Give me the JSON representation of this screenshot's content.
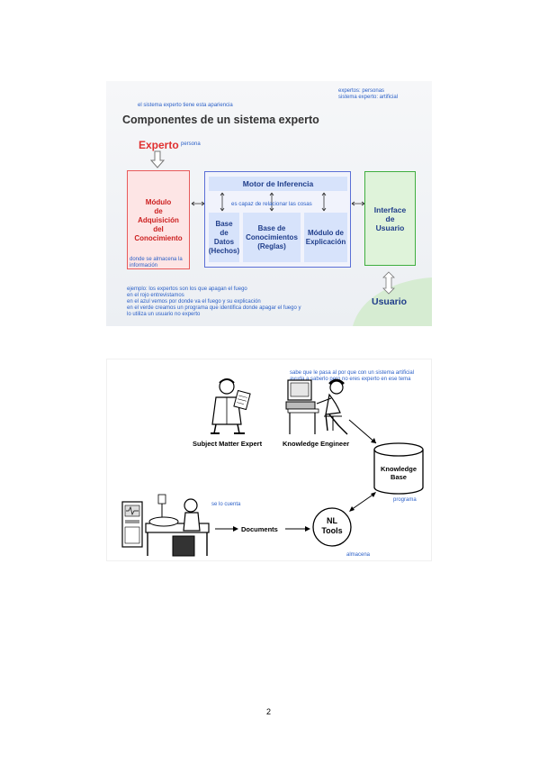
{
  "slide1": {
    "note_top_right": [
      "expertos: personas",
      "sistema experto: artificial"
    ],
    "note_top_left": "el sistema experto tiene esta apariencia",
    "title": "Componentes de un sistema experto",
    "experto_label": "Experto",
    "persona_note": "persona",
    "modulo_adquisicion": [
      "Módulo",
      "de",
      "Adquisición",
      "del",
      "Conocimiento"
    ],
    "modulo_note": [
      "donde se almacena la",
      "información"
    ],
    "motor": "Motor de Inferencia",
    "motor_note": "es capaz de relacionar las cosas",
    "base_datos": [
      "Base",
      "de",
      "Datos",
      "(Hechos)"
    ],
    "base_conocimientos": [
      "Base de",
      "Conocimientos",
      "(Reglas)"
    ],
    "modulo_explicacion": [
      "Módulo de",
      "Explicación"
    ],
    "interface": [
      "Interface",
      "de",
      "Usuario"
    ],
    "usuario": "Usuario",
    "notes_bottom": [
      "ejemplo: los expertos son los que apagan el fuego",
      "en el rojo entrevistamos",
      "en el azul vemos por donde va el fuego y su explicación",
      "en el verde creamos un programa que identifica donde apagar el fuego y",
      "lo utiliza un usuario no experto"
    ],
    "colors": {
      "red": "#e85a5a",
      "blue": "#5b6fd6",
      "green": "#3fae3f"
    }
  },
  "slide2": {
    "note_top": [
      "sabe que le pasa al por que con un sistema artificial",
      "ayuda a saberlo pero no eres experto en ese tema"
    ],
    "subject_matter_expert": "Subject Matter Expert",
    "knowledge_engineer": "Knowledge Engineer",
    "knowledge_base": [
      "Knowledge",
      "Base"
    ],
    "programa_note": "programa",
    "se_lo_cuenta_note": "se lo cuenta",
    "documents": "Documents",
    "nl_tools": [
      "NL",
      "Tools"
    ],
    "almacena_note": "almacena"
  },
  "page_number": "2"
}
